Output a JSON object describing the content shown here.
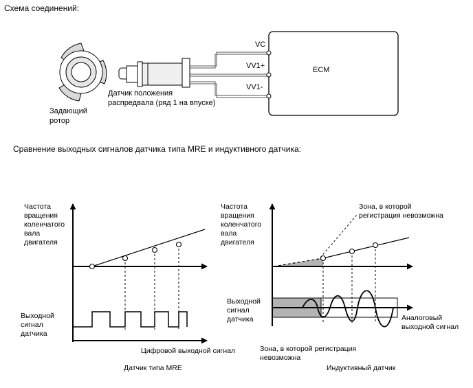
{
  "section1": {
    "title": "Схема соединений:"
  },
  "ecm": {
    "label": "ECM",
    "pins": [
      "VC",
      "VV1+",
      "VV1-"
    ]
  },
  "rotor": {
    "label_lines": [
      "Задающий",
      "ротор"
    ]
  },
  "sensor": {
    "label_lines": [
      "Датчик положения",
      "распредвала (ряд 1 на впуске)"
    ]
  },
  "section2": {
    "title": "Сравнение выходных сигналов датчика типа MRE и индуктивного датчика:"
  },
  "mre": {
    "y_label_lines": [
      "Частота",
      "вращения",
      "коленчатого",
      "вала",
      "двигателя"
    ],
    "signal_label_lines": [
      "Выходной",
      "сигнал",
      "датчика"
    ],
    "digital_caption": "Цифровой выходной сигнал",
    "caption": "Датчик типа MRE"
  },
  "inductive": {
    "y_label_lines": [
      "Частота",
      "вращения",
      "коленчатого",
      "вала",
      "двигателя"
    ],
    "zone_top_lines": [
      "Зона, в которой",
      "регистрация невозможна"
    ],
    "signal_label_lines": [
      "Выходной",
      "сигнал",
      "датчика"
    ],
    "analog_label_lines": [
      "Аналоговый",
      "выходной сигнал"
    ],
    "zone_bottom_lines": [
      "Зона, в которой регистрация",
      "невозможна"
    ],
    "caption": "Индуктивный датчик"
  },
  "colors": {
    "line": "#000000",
    "zone_fill": "#b4b4b4",
    "background": "#ffffff"
  }
}
